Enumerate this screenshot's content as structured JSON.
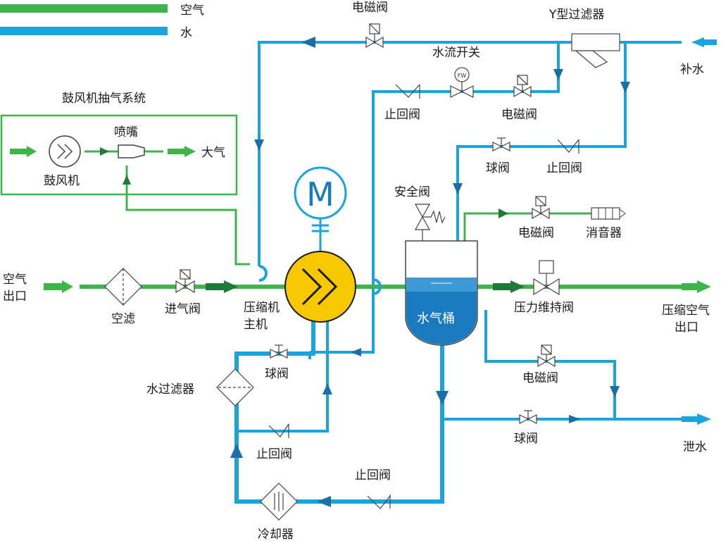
{
  "legend": {
    "air": {
      "label": "空气",
      "color": "#3db54a"
    },
    "water": {
      "label": "水",
      "color": "#1aa3dc"
    }
  },
  "colors": {
    "air_line": "#3db54a",
    "air_arrow": "#1f7a3a",
    "water_line": "#1aa3dc",
    "water_arrow": "#1b6fa8",
    "compressor_fill": "#f7c800",
    "tank_water": "#1a7ac0",
    "component_stroke": "#444444"
  },
  "labels": {
    "solenoid_valve_top": "电磁阀",
    "y_filter": "Y型过滤器",
    "makeup_water": "补水",
    "water_flow_switch": "水流开关",
    "flow_switch_tag": "FW",
    "check_valve_1": "止回阀",
    "solenoid_valve_2": "电磁阀",
    "blower_system": "鼓风机抽气系统",
    "nozzle": "喷嘴",
    "atmosphere": "大气",
    "blower": "鼓风机",
    "ball_valve_1": "球阀",
    "check_valve_2": "止回阀",
    "motor": "M",
    "safety_valve": "安全阀",
    "solenoid_valve_3": "电磁阀",
    "muffler": "消音器",
    "air_outlet": [
      "空气",
      "出口"
    ],
    "air_filter": "空滤",
    "inlet_valve": "进气阀",
    "compressor_main": [
      "压缩机",
      "主机"
    ],
    "water_tank": "水气桶",
    "pressure_hold_valve": "压力维持阀",
    "compressed_air_outlet": [
      "压缩空气",
      "出口"
    ],
    "ball_valve_2": "球阀",
    "water_filter": "水过滤器",
    "solenoid_valve_4": "电磁阀",
    "check_valve_3": "止回阀",
    "ball_valve_3": "球阀",
    "drain_water": "泄水",
    "check_valve_4": "止回阀",
    "cooler": "冷却器"
  }
}
